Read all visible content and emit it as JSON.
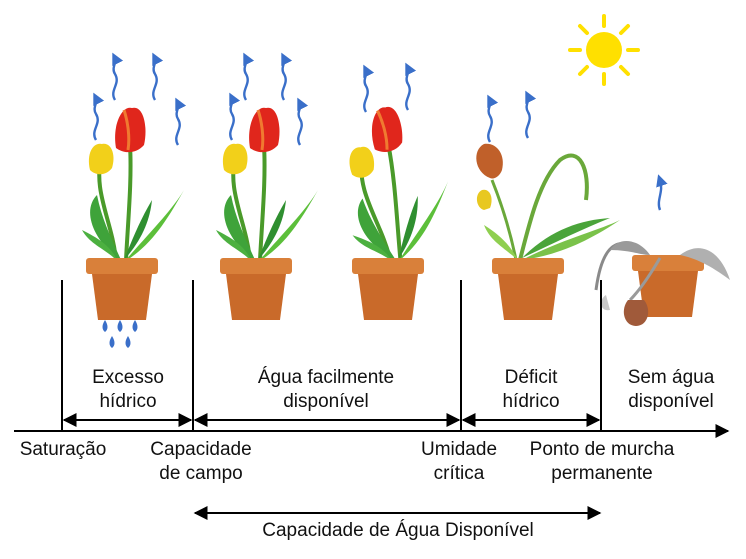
{
  "zones": [
    {
      "label_line1": "Excesso",
      "label_line2": "hídrico"
    },
    {
      "label_line1": "Água facilmente",
      "label_line2": "disponível"
    },
    {
      "label_line1": "Déficit",
      "label_line2": "hídrico"
    },
    {
      "label_line1": "Sem água",
      "label_line2": "disponível"
    }
  ],
  "thresholds": [
    {
      "label_line1": "Saturação",
      "label_line2": ""
    },
    {
      "label_line1": "Capacidade",
      "label_line2": "de campo"
    },
    {
      "label_line1": "Umidade",
      "label_line2": "crítica"
    },
    {
      "label_line1": "Ponto de murcha",
      "label_line2": "permanente"
    }
  ],
  "bottom_range": {
    "label": "Capacidade de Água Disponível"
  },
  "colors": {
    "pot": "#c96a2a",
    "pot_rim": "#d9803a",
    "leaf": "#3fa33a",
    "flower_red": "#e0261c",
    "flower_yellow": "#f2d01a",
    "vapor": "#3a6fc9",
    "sun": "#ffe000",
    "lines": "#000000"
  },
  "icons": [
    "sun-icon",
    "water-drop-icon",
    "evaporation-arrow-icon",
    "tulip-plant-icon"
  ]
}
